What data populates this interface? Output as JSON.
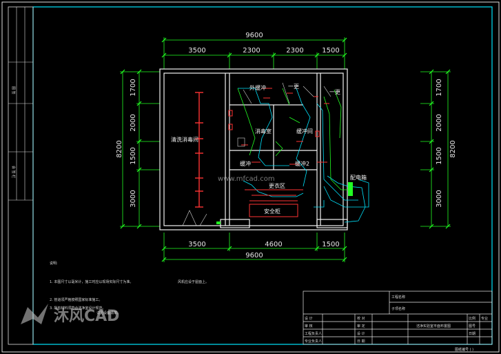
{
  "top_labels": {
    "left": "",
    "right": ""
  },
  "dimensions": {
    "top_total": "9600",
    "top_segments": [
      "3500",
      "2300",
      "2300",
      "1500"
    ],
    "bottom_segments": [
      "3500",
      "4600",
      "1500"
    ],
    "bottom_total": "9600",
    "left_total": "8200",
    "left_segments": [
      "1700",
      "2000",
      "1500",
      "3000"
    ],
    "right_total": "8200",
    "right_segments": [
      "1700",
      "2000",
      "1500",
      "3000"
    ]
  },
  "rooms": {
    "wash_room": "清洗消毒间",
    "outer_corridor": "外缓冲",
    "disinfect": "消毒室",
    "first_change": "一更",
    "first_change_right": "一更",
    "buffer": "缓冲间",
    "corridor": "缓冲",
    "corridor2": "缓冲2",
    "clean_area": "更衣区",
    "safety_cabinet": "安全柜",
    "pass_box": "配电箱"
  },
  "notes": {
    "title": "说明:",
    "line1": "1. 本图尺寸以毫米计，施工时应以现场实际尺寸为准。",
    "line2": "2. 管道须严格按照国家标准施工。",
    "line3": "3. 所有材料须符合洁净室设计规范。",
    "aside1": "风机应设于屋面上。",
    "aside2": "详见设备清单。"
  },
  "title_block": {
    "project": "工程名称",
    "subproject": "子项名称",
    "drawing_title": "洁净实验室平面布置图",
    "roles": [
      "设 计",
      "审 核",
      "工程负责人",
      "专业负责人"
    ],
    "roles2": [
      "校 对",
      "审 定",
      "设 计",
      "日 期"
    ],
    "right_labels": [
      "比例",
      "图号",
      "日期"
    ],
    "sheet": "图纸编号",
    "corner": "专业"
  },
  "side_strip": {
    "label1": "图 签",
    "label2": "会 签 栏"
  },
  "watermark": "沐风CAD",
  "watermark_url": "www.mfcad.com",
  "top_corner": "",
  "bottom_corner": "图纸编号 ( )"
}
